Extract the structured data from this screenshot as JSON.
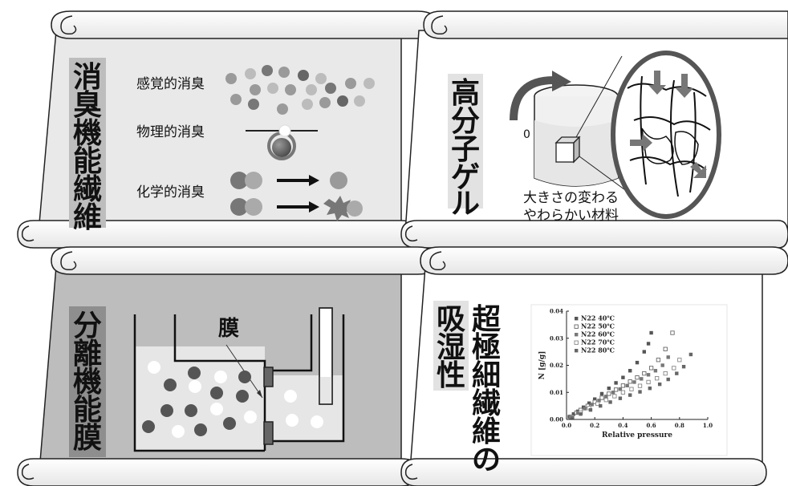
{
  "panel1": {
    "title_chars": [
      "消",
      "臭",
      "機",
      "能",
      "繊",
      "維"
    ],
    "label_sensory": "感覚的消臭",
    "label_physical": "物理的消臭",
    "label_chemical": "化学的消臭"
  },
  "panel2": {
    "title_chars": [
      "高",
      "分",
      "子",
      "ゲ",
      "ル"
    ],
    "caption_line1": "大きさの変わる",
    "caption_line2": "やわらかい材料"
  },
  "panel3": {
    "title_chars": [
      "分",
      "離",
      "機",
      "能",
      "膜"
    ],
    "membrane_label": "膜"
  },
  "panel4": {
    "title_chars_col1": [
      "吸",
      "湿",
      "性"
    ],
    "title_chars_col2": [
      "超",
      "極",
      "細",
      "繊",
      "維",
      "の"
    ]
  },
  "chart_data": {
    "type": "scatter",
    "xlabel": "Relative pressure",
    "ylabel": "N [g/g]",
    "xlim": [
      0.0,
      1.0
    ],
    "ylim": [
      0.0,
      0.04
    ],
    "xticks": [
      "0.0",
      "0.2",
      "0.4",
      "0.6",
      "0.8",
      "1.0"
    ],
    "yticks": [
      "0.00",
      "0.01",
      "0.02",
      "0.03",
      "0.04"
    ],
    "series": [
      {
        "name": "N22 40℃",
        "marker": "filled",
        "color": "#555555",
        "x": [
          0.02,
          0.05,
          0.08,
          0.12,
          0.16,
          0.2,
          0.25,
          0.3,
          0.35,
          0.4,
          0.45,
          0.5,
          0.55,
          0.58,
          0.6
        ],
        "y": [
          0.001,
          0.002,
          0.003,
          0.0045,
          0.006,
          0.0075,
          0.0095,
          0.0115,
          0.0135,
          0.0155,
          0.018,
          0.021,
          0.025,
          0.028,
          0.032
        ]
      },
      {
        "name": "N22 50℃",
        "marker": "open",
        "color": "#666666",
        "x": [
          0.03,
          0.07,
          0.1,
          0.15,
          0.2,
          0.25,
          0.3,
          0.35,
          0.4,
          0.45,
          0.5,
          0.55,
          0.6,
          0.65,
          0.7,
          0.75
        ],
        "y": [
          0.001,
          0.0025,
          0.0035,
          0.005,
          0.0065,
          0.008,
          0.0095,
          0.011,
          0.0125,
          0.014,
          0.0155,
          0.017,
          0.019,
          0.022,
          0.026,
          0.032
        ]
      },
      {
        "name": "N22 60℃",
        "marker": "filled",
        "color": "#777777",
        "x": [
          0.03,
          0.08,
          0.13,
          0.18,
          0.23,
          0.28,
          0.33,
          0.38,
          0.43,
          0.48,
          0.53,
          0.58,
          0.63,
          0.68,
          0.72
        ],
        "y": [
          0.0008,
          0.0025,
          0.004,
          0.0055,
          0.007,
          0.0085,
          0.01,
          0.0112,
          0.0125,
          0.0138,
          0.015,
          0.0165,
          0.018,
          0.02,
          0.023
        ]
      },
      {
        "name": "N22 70℃",
        "marker": "open",
        "color": "#888888",
        "x": [
          0.04,
          0.1,
          0.16,
          0.22,
          0.28,
          0.34,
          0.4,
          0.46,
          0.52,
          0.58,
          0.64,
          0.7,
          0.76,
          0.8
        ],
        "y": [
          0.0008,
          0.0025,
          0.0042,
          0.0058,
          0.0072,
          0.0086,
          0.01,
          0.0112,
          0.0124,
          0.0138,
          0.0152,
          0.017,
          0.019,
          0.022
        ]
      },
      {
        "name": "N22 80℃",
        "marker": "filled",
        "color": "#666666",
        "x": [
          0.04,
          0.1,
          0.17,
          0.24,
          0.31,
          0.38,
          0.45,
          0.52,
          0.59,
          0.66,
          0.72,
          0.78,
          0.83,
          0.88
        ],
        "y": [
          0.0006,
          0.002,
          0.0035,
          0.005,
          0.0064,
          0.0078,
          0.009,
          0.0102,
          0.0115,
          0.013,
          0.0148,
          0.017,
          0.0195,
          0.024
        ]
      }
    ]
  }
}
